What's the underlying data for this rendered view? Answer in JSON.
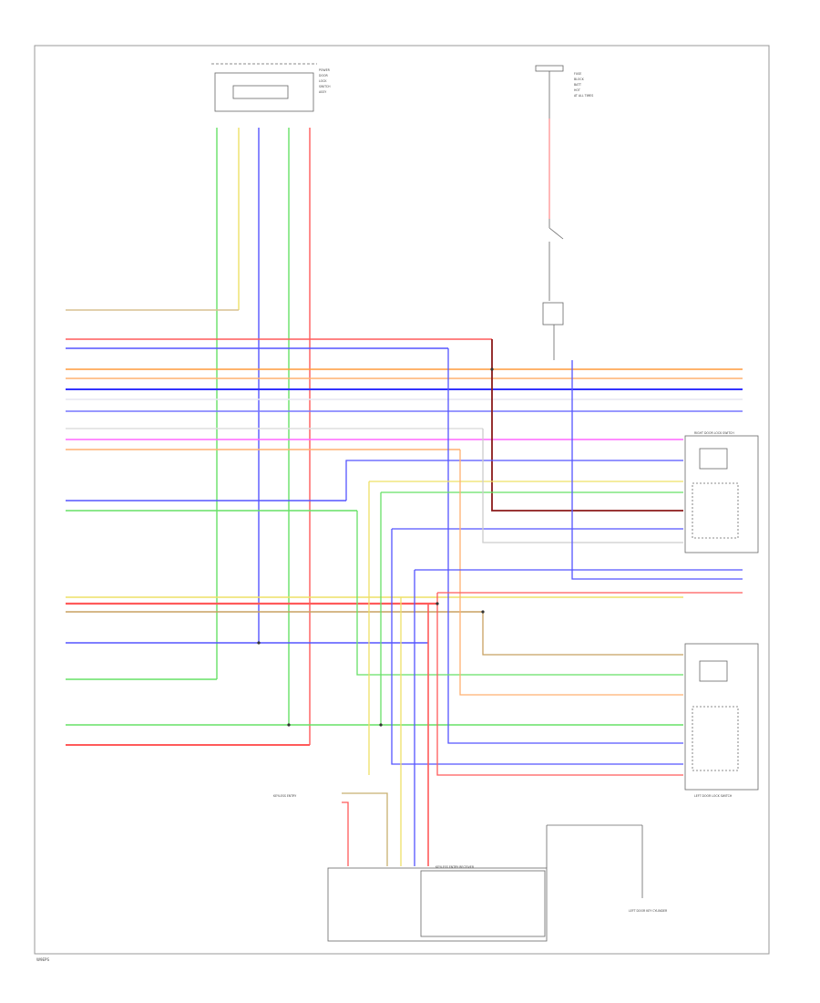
{
  "diagram": {
    "footer_code": "W9EPS",
    "top_switch_labels": [
      "POWER",
      "DOOR",
      "LOCK",
      "SWITCH",
      "ASSY"
    ],
    "fuse_labels": [
      "FUSE",
      "BLOCK",
      "BATT",
      "HOT",
      "AT ALL TIMES"
    ],
    "right_switch_label": "RIGHT DOOR LOCK SWITCH",
    "left_switch_label": "LEFT DOOR LOCK SWITCH",
    "bottom_module_label": "KEYLESS ENTRY RECEIVER",
    "bottom_left_label": "KEYLESS ENTRY",
    "bottom_right_label": "LEFT DOOR KEY CYLINDER",
    "colors": {
      "orange": "#ff9a3c",
      "blue": "#5555ff",
      "green": "#66e066",
      "red": "#ff5a5a",
      "yellow": "#eee066",
      "pink": "#ff66ff",
      "tan": "#c8b070",
      "gray": "#aaaaaa",
      "darkred": "#8b1a1a",
      "lightorange": "#ffb070",
      "black": "#333333"
    }
  }
}
